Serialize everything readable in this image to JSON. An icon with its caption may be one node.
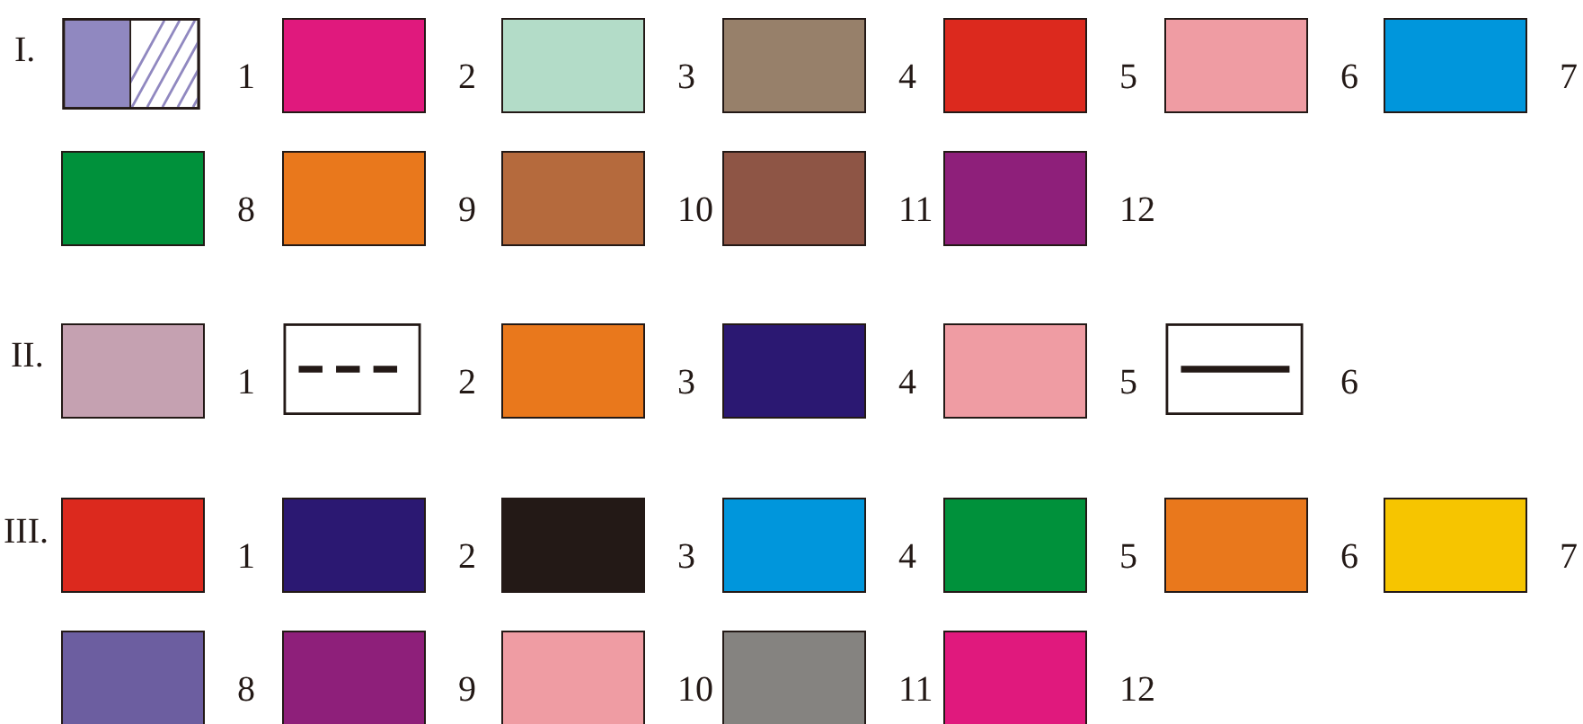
{
  "diagram": {
    "labels": [
      "I.",
      "II.",
      "III."
    ],
    "legend": [
      {
        "text": "1"
      },
      {
        "text": "2",
        "color": "#e0197d"
      },
      {
        "text": "3",
        "color": "#b3dcc8"
      },
      {
        "text": "4",
        "color": "#97806a"
      },
      {
        "text": "5",
        "color": "#dc291e"
      },
      {
        "text": "6",
        "color": "#ef9ca3"
      },
      {
        "text": "7",
        "color": "#0096dc"
      },
      {
        "text": "8",
        "color": "#00913b"
      },
      {
        "text": "9",
        "color": "#e9781c"
      },
      {
        "text": "10",
        "color": "#b56a3d"
      },
      {
        "text": "11",
        "color": "#8e5545"
      },
      {
        "text": "12",
        "color": "#8e1f7a"
      },
      {
        "text": "1",
        "color": "#c5a1b1"
      },
      {
        "text": "2"
      },
      {
        "text": "3",
        "color": "#e9781c"
      },
      {
        "text": "4",
        "color": "#2b1872"
      },
      {
        "text": "5",
        "color": "#ef9ca3"
      },
      {
        "text": "6"
      },
      {
        "text": "1",
        "color": "#dc291e"
      },
      {
        "text": "2",
        "color": "#2b1872"
      },
      {
        "text": "3",
        "color": "#231916"
      },
      {
        "text": "4",
        "color": "#0096dc"
      },
      {
        "text": "5",
        "color": "#00913b"
      },
      {
        "text": "6",
        "color": "#e9781c"
      },
      {
        "text": "7",
        "color": "#f6c500"
      },
      {
        "text": "8",
        "color": "#6c5ea0"
      },
      {
        "text": "9",
        "color": "#8e1f7a"
      },
      {
        "text": "10",
        "color": "#ef9ca3"
      },
      {
        "text": "11",
        "color": "#858380"
      },
      {
        "text": "12",
        "color": "#e0197d"
      }
    ]
  }
}
